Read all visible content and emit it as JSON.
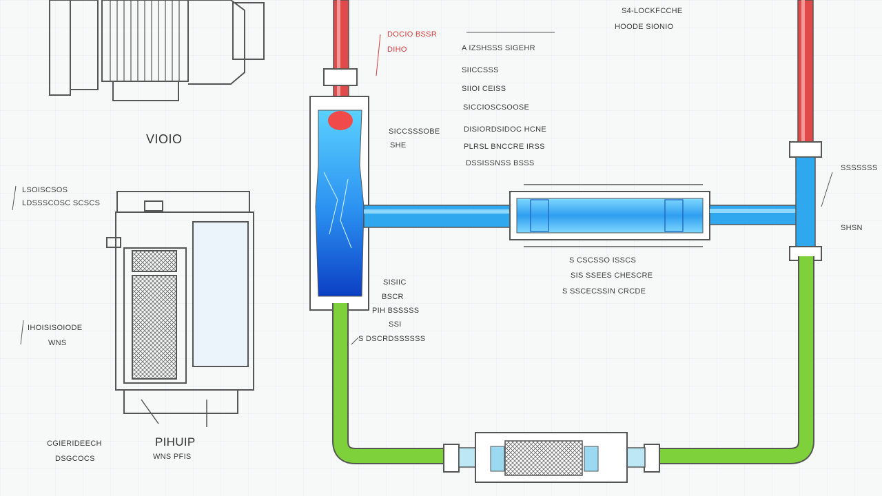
{
  "labels": {
    "motor_caption": "VIOIO",
    "pump_caption": "PIHUIP",
    "pump_sub": "WNS PFIS",
    "top_right_1": "S4-LOCKFCCHE",
    "top_right_2": "HOODE SIONIO",
    "red_label_1": "DOCIO BSSR",
    "red_label_2": "DIHO",
    "col_1": "A IZSHSSS SIGEHR",
    "col_2": "SIICCSSS",
    "col_3": "SIIOI CEISS",
    "col_4": "SICCIOSCSOOSE",
    "col_5": "DISIORDSIDOC HCNE",
    "col_6": "PLRSL BNCCRE IRSS",
    "col_7": "DSSISSNSS BSSS",
    "mid_1": "SICCSSSOBE",
    "mid_2": "SHE",
    "left_1": "LSOISCSOS",
    "left_2": "LDSSSCOSC SCSCS",
    "left_3": "IHOISISOIODE",
    "left_4": "WNS",
    "bottom_left_1": "CGIERIDEECH",
    "bottom_left_2": "DSGCOCS",
    "outlet_1": "SISIIC",
    "outlet_2": "BSCR",
    "outlet_3": "PIH BSSSSS",
    "outlet_4": "SSI",
    "outlet_5": "S DSCRDSSSSSS",
    "filter_1": "S CSCSSO ISSCS",
    "filter_2": "SIS SSEES CHESCRE",
    "filter_3": "S SSCECSSIN CRCDE",
    "right_1": "SSSSSSS",
    "right_2": "SHSN"
  },
  "colors": {
    "hot_pipe": "#e04a4a",
    "cold_pipe": "#2fa8f0",
    "return_pipe": "#7ed13a",
    "outline": "#555555",
    "ink": "#3a3a3a"
  }
}
